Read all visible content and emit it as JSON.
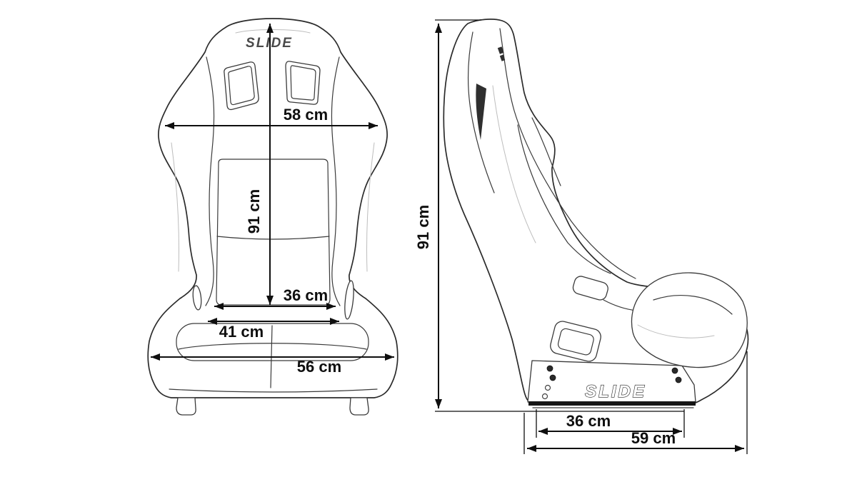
{
  "brand": "SLIDE",
  "colors": {
    "background": "#ffffff",
    "line_art": "#2b2b2b",
    "dimension": "#0f0f0f",
    "logo_front": "#4a4a4a"
  },
  "front_view": {
    "logo": "SLIDE",
    "dims": {
      "shoulder_width": "58 cm",
      "overall_height": "91 cm",
      "backrest_width": "36 cm",
      "seat_width": "41 cm",
      "base_width": "56 cm"
    }
  },
  "side_view": {
    "logo": "SLIDE",
    "dims": {
      "overall_height": "91 cm",
      "mount_length": "36 cm",
      "overall_depth": "59 cm"
    }
  }
}
